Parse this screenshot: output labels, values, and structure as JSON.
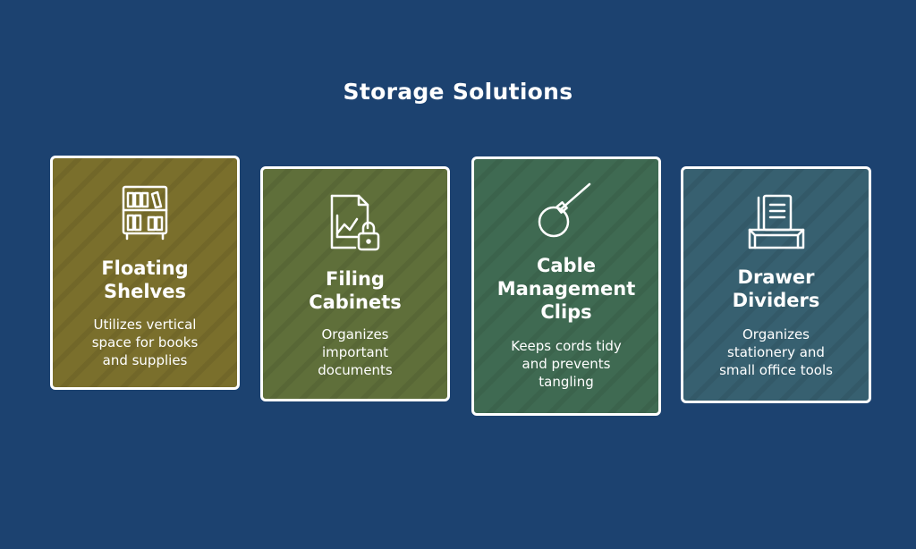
{
  "title": "Storage Solutions",
  "cards": [
    {
      "heading": "Floating\nShelves",
      "description": "Utilizes vertical\nspace for books\nand supplies",
      "icon": "bookshelf-icon",
      "color": "#7a6f2c"
    },
    {
      "heading": "Filing\nCabinets",
      "description": "Organizes\nimportant\ndocuments",
      "icon": "locked-document-icon",
      "color": "#5f6f3a"
    },
    {
      "heading": "Cable\nManagement\nClips",
      "description": "Keeps cords tidy\nand prevents\ntangling",
      "icon": "cable-clip-icon",
      "color": "#3f6a52"
    },
    {
      "heading": "Drawer\nDividers",
      "description": "Organizes\nstationery and\nsmall office tools",
      "icon": "document-tray-icon",
      "color": "#376070"
    }
  ]
}
